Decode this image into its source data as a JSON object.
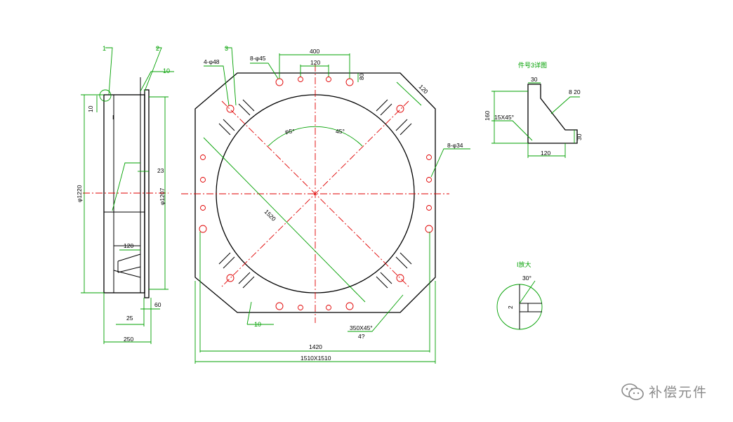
{
  "drawing": {
    "side_view": {
      "callouts": [
        "1",
        "2"
      ],
      "dims": {
        "height": "φ1220",
        "inner": "φ1207",
        "width": "250",
        "offset": "25",
        "flange": "60",
        "gap": "23",
        "top": "10",
        "rib": "120",
        "weld": "10"
      },
      "mark": "I"
    },
    "plan_view": {
      "callouts": [
        "3"
      ],
      "hole_labels": {
        "top": "8-φ45",
        "left": "4-φ48",
        "right": "8-φ34"
      },
      "dims": {
        "top_span": "400",
        "top_inner": "120",
        "top_edge": "80",
        "corner": "120",
        "angle_a": "φ5°",
        "angle_b": "45°",
        "diag": "1520",
        "chamfer": "350X45°",
        "chamfer_sub": "4?",
        "inner": "1420",
        "outer": "1510X1510",
        "weld": "10"
      }
    },
    "detail_3": {
      "title": "件号3详图",
      "dims": {
        "top": "30",
        "height": "160",
        "chamfer": "15X45°",
        "weld": "8 20",
        "bottom": "120",
        "foot": "30"
      }
    },
    "detail_I": {
      "title": "I放大",
      "dims": {
        "angle": "30°",
        "depth": "2"
      }
    }
  },
  "watermark": {
    "text": "补偿元件",
    "icon": "wechat-icon"
  },
  "colors": {
    "outline": "#000000",
    "dimension": "#00a000",
    "centerline": "#e00000"
  }
}
